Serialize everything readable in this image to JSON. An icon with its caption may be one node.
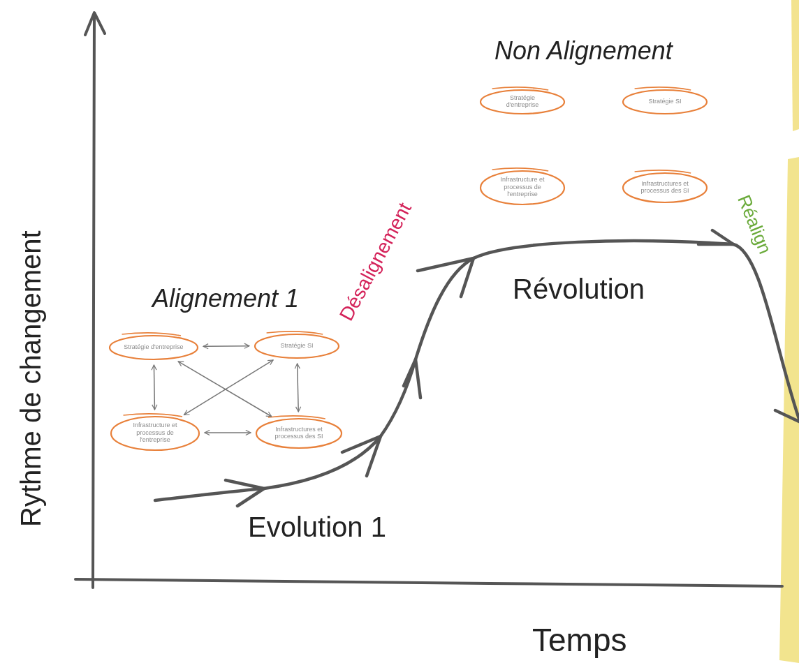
{
  "diagram": {
    "nodes": [
      {
        "text": [
          "Stratégie d'entreprise"
        ]
      },
      {
        "text": [
          "Stratégie SI"
        ]
      },
      {
        "text": [
          "Infrastructure et processus de l'entreprise"
        ]
      },
      {
        "text": [
          "Infrastructures et processus des SI"
        ]
      },
      {
        "text": [
          "Stratégie d'entreprise"
        ]
      },
      {
        "text": [
          "Stratégie SI"
        ]
      },
      {
        "text": [
          "Infrastructure et processus de l'entreprise"
        ]
      },
      {
        "text": [
          "Infrastructures et processus des SI"
        ]
      }
    ],
    "edges": [
      {
        "from": 0,
        "to": 1,
        "arrow": "both"
      },
      {
        "from": 0,
        "to": 2,
        "arrow": "both"
      },
      {
        "from": 0,
        "to": 3,
        "arrow": "both"
      },
      {
        "from": 1,
        "to": 2,
        "arrow": "both"
      },
      {
        "from": 1,
        "to": 3,
        "arrow": "both"
      },
      {
        "from": 2,
        "to": 3,
        "arrow": "both"
      }
    ],
    "labels": [
      "Non Alignement",
      "Réalign",
      "Désalignement",
      "Révolution",
      "Alignement 1",
      "Evolution 1",
      "Rythme de changement",
      "Temps"
    ]
  }
}
